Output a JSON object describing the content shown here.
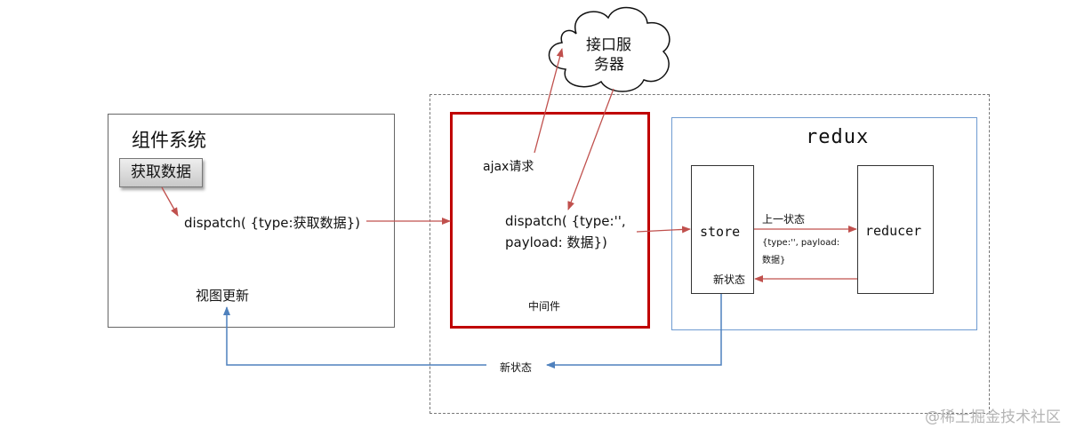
{
  "component_system": {
    "title": "组件系统",
    "fetch_button": "获取数据",
    "dispatch_text": "dispatch( {type:获取数据})",
    "view_update": "视图更新"
  },
  "middleware": {
    "ajax_label": "ajax请求",
    "dispatch_line1": "dispatch( {type:'',",
    "dispatch_line2": "payload: 数据})",
    "label": "中间件"
  },
  "server": {
    "line1": "接口服",
    "line2": "务器"
  },
  "redux": {
    "title": "redux",
    "store": "store",
    "reducer": "reducer",
    "prev_state": "上一状态",
    "action_line1": "{type:'', payload:",
    "action_line2": "数据}",
    "new_state_inner": "新状态"
  },
  "bottom_new_state": "新状态",
  "watermark": "@稀土掘金技术社区",
  "colors": {
    "red_arrow": "#c0504d",
    "blue_arrow": "#4f81bd",
    "middleware_border": "#c00000",
    "redux_border": "#6f9bd1"
  }
}
